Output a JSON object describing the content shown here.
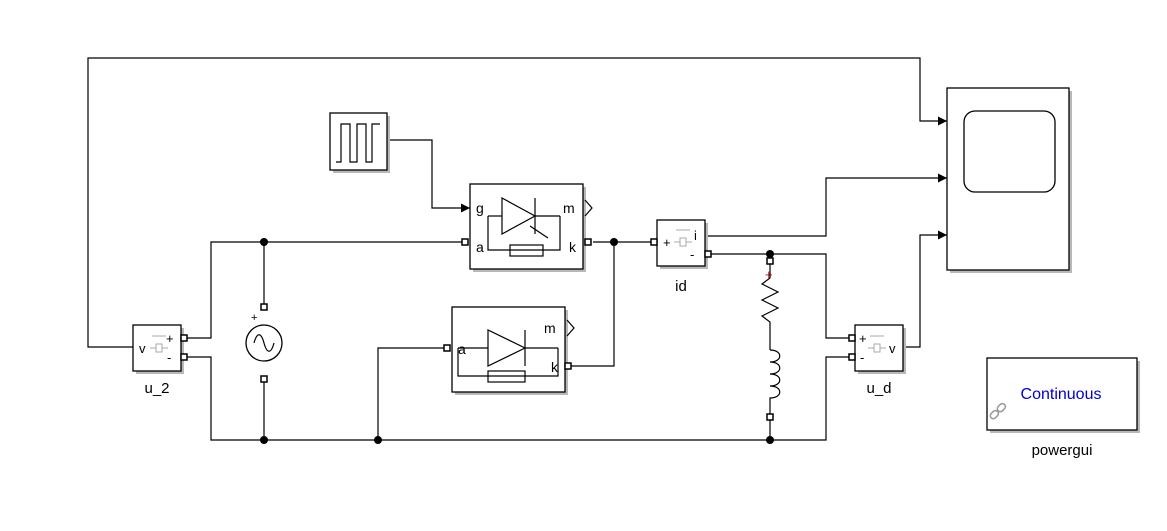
{
  "blocks": {
    "thyristor": {
      "port_g": "g",
      "port_m": "m",
      "port_a": "a",
      "port_k": "k"
    },
    "diode": {
      "port_m": "m",
      "port_a": "a",
      "port_k": "k"
    },
    "current_meas": {
      "name": "id",
      "port_plus": "+",
      "port_minus": "-",
      "port_i": "i"
    },
    "voltage_meas_u2": {
      "name": "u_2",
      "port_v": "v",
      "port_plus": "+",
      "port_minus": "-"
    },
    "voltage_meas_ud": {
      "name": "u_d",
      "port_v": "v",
      "port_plus": "+",
      "port_minus": "-"
    },
    "ac_source": {
      "plus_mark": "+"
    },
    "rl_load": {
      "plus_mark": "+"
    },
    "powergui": {
      "name": "powergui",
      "mode": "Continuous"
    }
  },
  "colors": {
    "powergui_text": "#0000cc",
    "load_plus": "#cc0000"
  }
}
